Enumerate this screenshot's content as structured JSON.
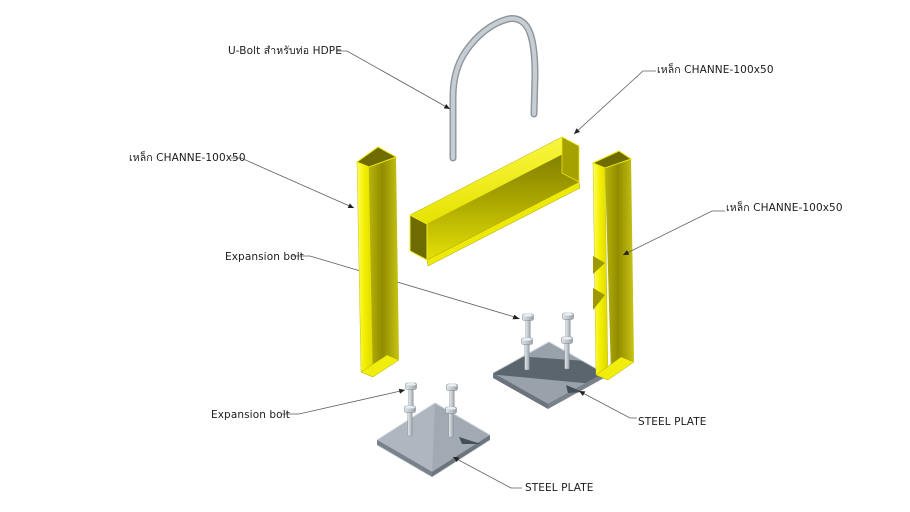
{
  "diagram": {
    "labels": {
      "u_bolt": "U-Bolt สำหรับท่อ HDPE",
      "channel_top": "เหล็ก CHANNE-100x50",
      "channel_left": "เหล็ก CHANNE-100x50",
      "channel_right": "เหล็ก CHANNE-100x50",
      "expansion_bolt_upper": "Expansion bolt",
      "expansion_bolt_lower": "Expansion bolt",
      "steel_plate_right": "STEEL PLATE",
      "steel_plate_bottom": "STEEL PLATE"
    },
    "colors": {
      "channel_yellow_bright": "#f4f000",
      "channel_yellow_web": "#a09c04",
      "channel_yellow_dark": "#6e6b00",
      "steel_gray": "#9aa3ab",
      "plate_dark_band": "#5b656e",
      "metal_gray": "#c6cdd3",
      "leader_line": "#5f5f5f",
      "background": "#ffffff"
    }
  }
}
